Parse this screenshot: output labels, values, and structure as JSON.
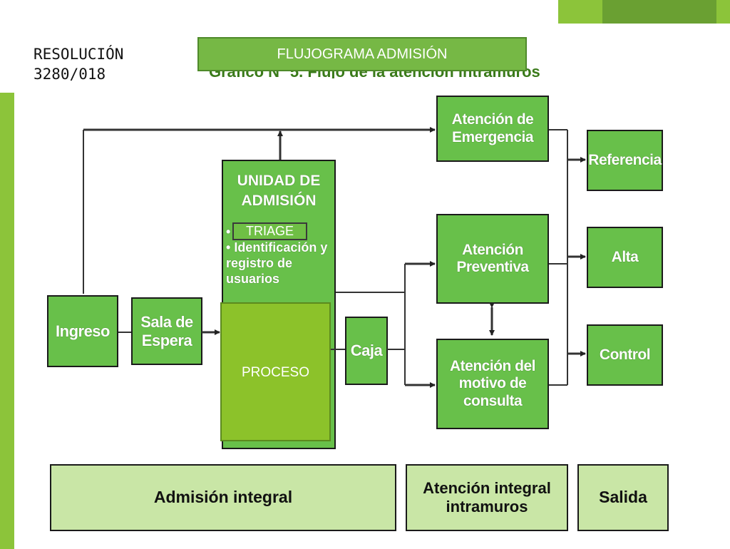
{
  "header": {
    "resolucion_line1": "RESOLUCIÓN",
    "resolucion_line2": "3280/018",
    "banner_title": "FLUJOGRAMA ADMISIÓN",
    "subtitle_behind": "Gráfico N° 5. Flujo de la atención intramuros"
  },
  "nodes": {
    "ingreso": "Ingreso",
    "sala_line1": "Sala de",
    "sala_line2": "Espera",
    "unidad_line1": "UNIDAD DE",
    "unidad_line2": "ADMISIÓN",
    "bullet_1": "Identificación y registro de usuarios",
    "triage": "TRIAGE",
    "proceso": "PROCESO",
    "caja": "Caja",
    "emergencia_line1": "Atención de",
    "emergencia_line2": "Emergencia",
    "preventiva_line1": "Atención",
    "preventiva_line2": "Preventiva",
    "motivo_line1": "Atención del",
    "motivo_line2": "motivo de",
    "motivo_line3": "consulta",
    "referencia": "Referencia",
    "alta": "Alta",
    "control": "Control"
  },
  "phases": {
    "admision": "Admisión integral",
    "atencion_line1": "Atención integral",
    "atencion_line2": "intramuros",
    "salida": "Salida"
  },
  "colors": {
    "node_green": "#68c04a",
    "phase_green": "#c9e6a6",
    "banner_green": "#76b845",
    "proceso_green": "#8cc22a"
  }
}
